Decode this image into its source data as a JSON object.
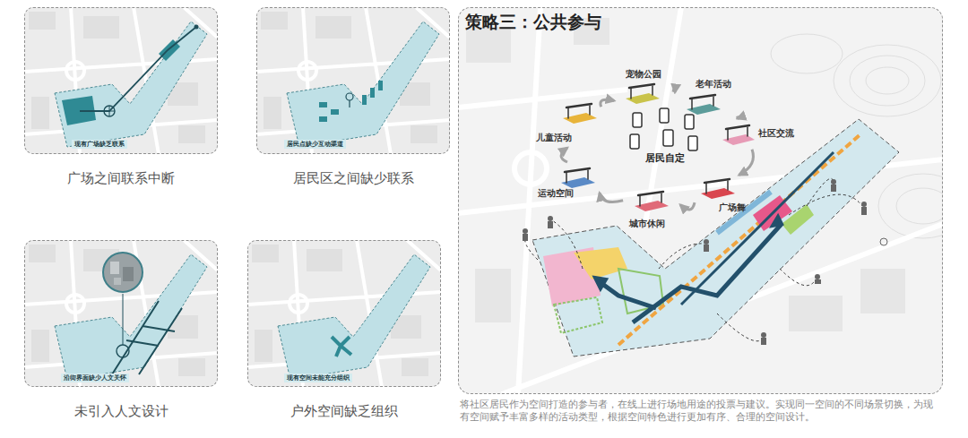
{
  "diagram": {
    "caption": "将社区居民作为空间打造的参与者，在线上进行场地用途的投票与建议。实现同一空间的不同场景切换，为现有空间赋予丰富多样的活动类型，根据空间特色进行更加有序、合理的空间设计。",
    "nodes": [
      {
        "text": [
          "现有广场缺乏联系",
          "广场之间联系中断"
        ]
      },
      {
        "text": [
          "居民点缺少互动渠道",
          "居民区之间缺少联系"
        ]
      },
      {
        "text": [
          "沿街界面缺少人文关怀",
          "未引入人文设计"
        ]
      },
      {
        "text": [
          "现有空间未能充分组织",
          "户外空间缺乏组织"
        ]
      },
      {
        "text": [
          "策略三：公共参与"
        ]
      },
      {
        "text": [
          "宠物公园"
        ],
        "in": 4
      },
      {
        "text": [
          "老年活动"
        ],
        "in": 4
      },
      {
        "text": [
          "社区交流"
        ],
        "in": 4
      },
      {
        "text": [
          "广场舞"
        ],
        "in": 4
      },
      {
        "text": [
          "城市休闲"
        ],
        "in": 4
      },
      {
        "text": [
          "运动空间"
        ],
        "in": 4
      },
      {
        "text": [
          "儿童活动"
        ],
        "in": 4
      },
      {
        "text": [
          "居民自定"
        ],
        "in": 4
      }
    ],
    "edges": [
      {
        "from": 5,
        "to": 6,
        "arrow": "to"
      },
      {
        "from": 6,
        "to": 7,
        "arrow": "to"
      },
      {
        "from": 7,
        "to": 8,
        "arrow": "to"
      },
      {
        "from": 8,
        "to": 9,
        "arrow": "to"
      },
      {
        "from": 9,
        "to": 10,
        "arrow": "to"
      },
      {
        "from": 10,
        "to": 11,
        "arrow": "to"
      },
      {
        "from": 11,
        "to": 5,
        "arrow": "to"
      }
    ]
  }
}
